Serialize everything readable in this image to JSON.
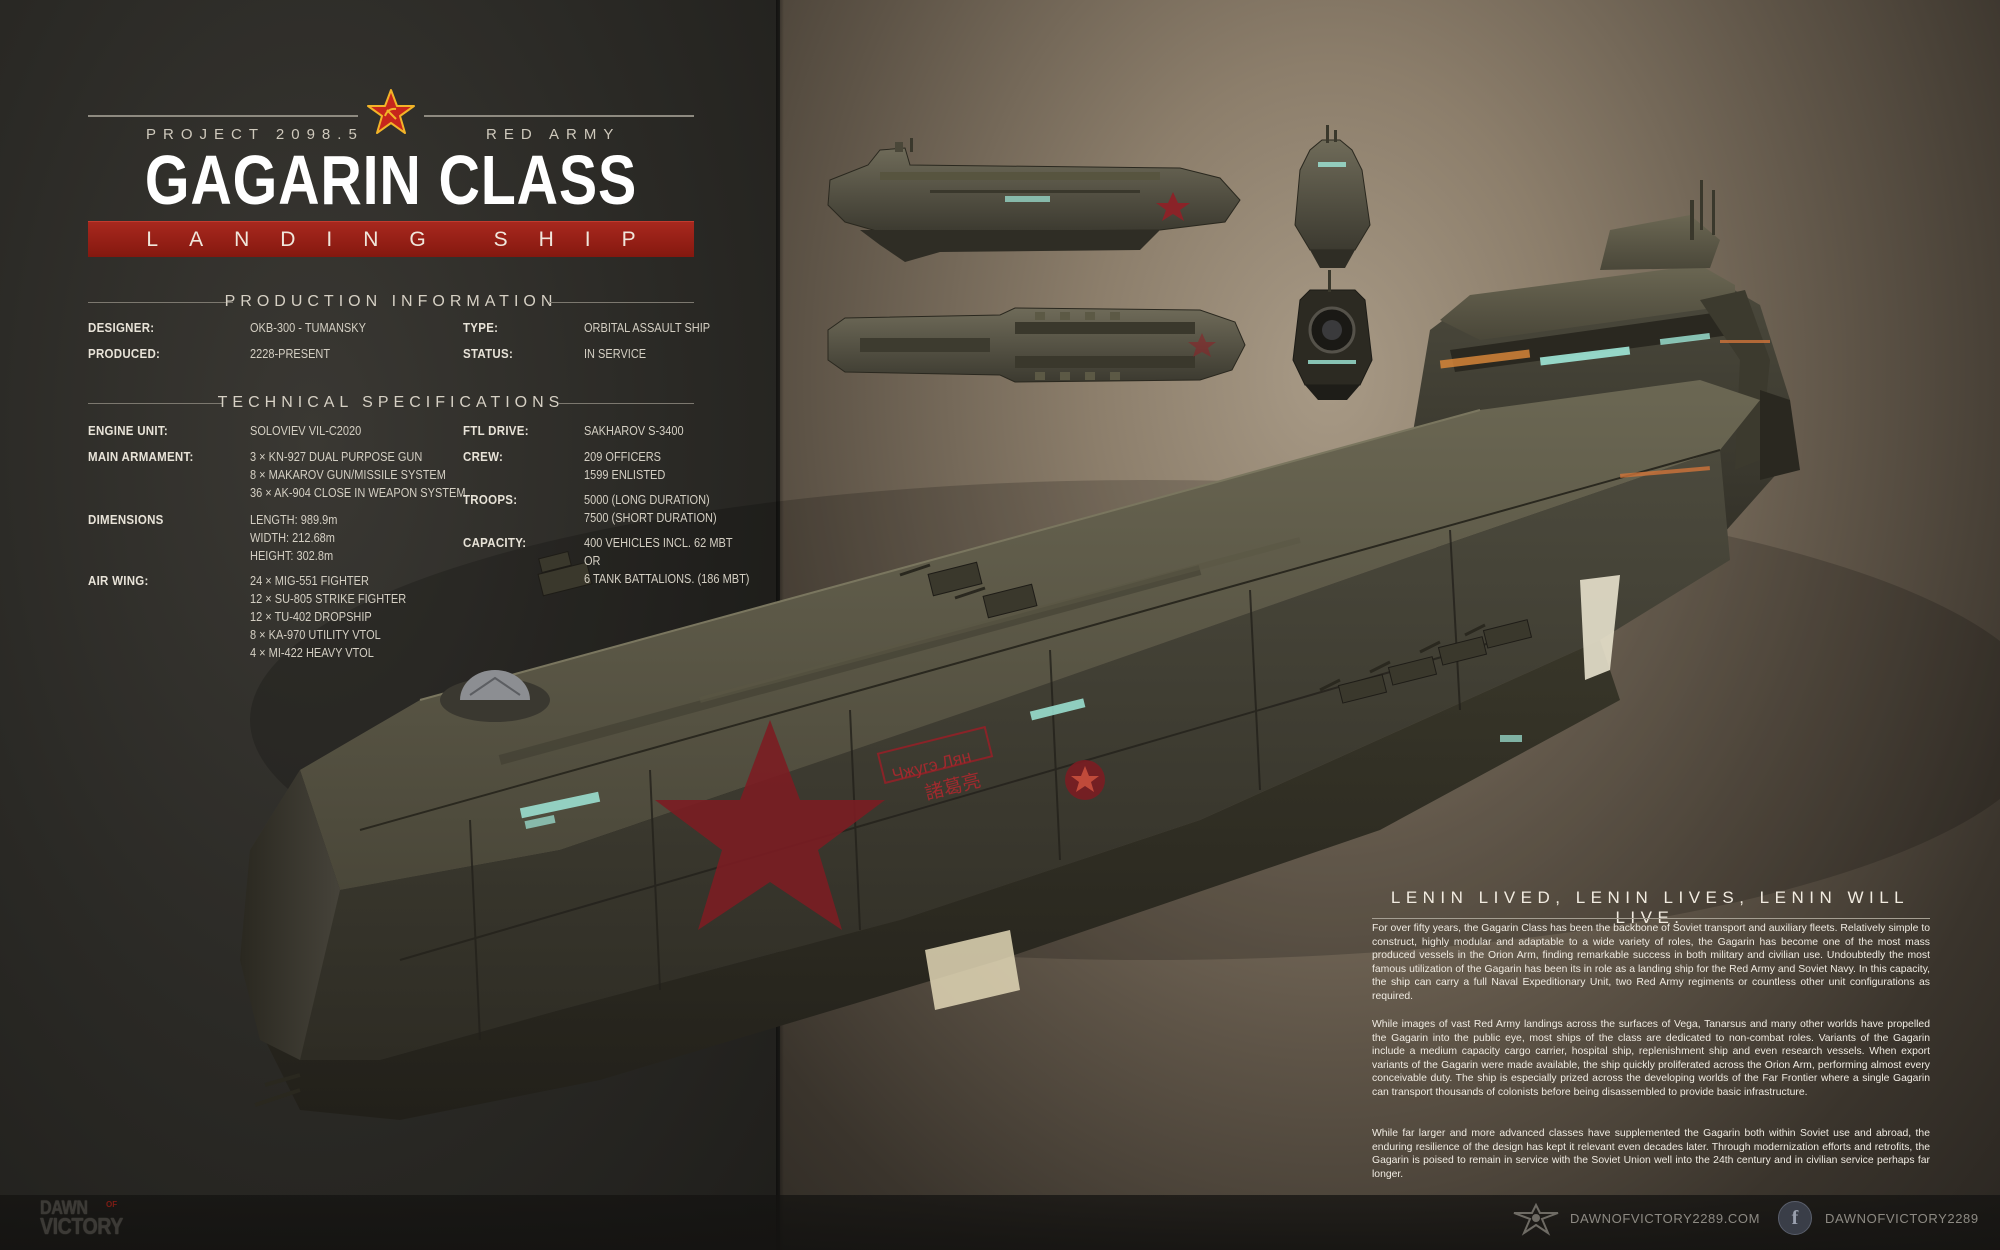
{
  "header": {
    "project": "PROJECT 2098.5",
    "army": "RED ARMY",
    "title": "GAGARIN CLASS",
    "subtitle": "LANDING SHIP"
  },
  "production": {
    "heading": "PRODUCTION INFORMATION",
    "designer_label": "DESIGNER:",
    "designer_value": "OKB-300 - TUMANSKY",
    "produced_label": "PRODUCED:",
    "produced_value": "2228-PRESENT",
    "type_label": "TYPE:",
    "type_value": "ORBITAL ASSAULT SHIP",
    "status_label": "STATUS:",
    "status_value": "IN SERVICE"
  },
  "technical": {
    "heading": "TECHNICAL SPECIFICATIONS",
    "engine_label": "ENGINE UNIT:",
    "engine_value": "SOLOVIEV VIL-C2020",
    "armament_label": "MAIN ARMAMENT:",
    "armament_values": [
      "3 × KN-927 DUAL PURPOSE GUN",
      "8 × MAKAROV GUN/MISSILE SYSTEM",
      "36 × AK-904 CLOSE IN WEAPON SYSTEM"
    ],
    "dimensions_label": "DIMENSIONS",
    "dimensions_values": [
      "LENGTH: 989.9m",
      "WIDTH: 212.68m",
      "HEIGHT: 302.8m"
    ],
    "airwing_label": "AIR WING:",
    "airwing_values": [
      "24 × MIG-551 FIGHTER",
      "12 × SU-805 STRIKE FIGHTER",
      "12 × TU-402 DROPSHIP",
      "8 × KA-970 UTILITY VTOL",
      "4 × MI-422 HEAVY VTOL"
    ],
    "ftl_label": "FTL DRIVE:",
    "ftl_value": "SAKHAROV S-3400",
    "crew_label": "CREW:",
    "crew_values": [
      "209 OFFICERS",
      "1599 ENLISTED"
    ],
    "troops_label": "TROOPS:",
    "troops_values": [
      "5000 (LONG DURATION)",
      "7500 (SHORT DURATION)"
    ],
    "capacity_label": "CAPACITY:",
    "capacity_values": [
      "400 VEHICLES INCL. 62 MBT",
      "OR",
      "6 TANK BATTALIONS. (186 MBT)"
    ]
  },
  "hull_markings": {
    "name_cyrillic": "Чжугэ Лян",
    "name_chinese": "諸葛亮"
  },
  "description": {
    "motto": "LENIN LIVED, LENIN LIVES, LENIN WILL LIVE.",
    "paragraph_1": "For over fifty years, the Gagarin Class has been the backbone of Soviet transport and auxiliary fleets. Relatively simple to construct, highly modular and adaptable to a wide variety of roles, the Gagarin has become one of the most mass produced vessels in the Orion Arm, finding remarkable success in both military and civilian use. Undoubtedly the most famous utilization of the Gagarin has been its in role as a landing ship for the Red Army and Soviet Navy. In this capacity, the ship can carry a full Naval Expeditionary Unit, two Red Army regiments or countless other unit configurations as required.",
    "paragraph_2": "While images of vast Red Army landings across the surfaces of Vega, Tanarsus and many other worlds have propelled the Gagarin into the public eye, most ships of the class are dedicated to non-combat roles. Variants of the Gagarin include a medium capacity cargo carrier, hospital ship, replenishment ship and even research vessels. When export variants of the Gagarin were made available, the ship quickly proliferated across the Orion Arm, performing almost every conceivable duty. The ship is especially prized across the developing worlds of the Far Frontier where a single Gagarin can transport thousands of colonists before being disassembled to provide basic infrastructure.",
    "paragraph_3": "While far larger and more advanced classes have supplemented the Gagarin both within Soviet use and abroad, the enduring resilience of the design has kept it relevant even decades later. Through modernization efforts and retrofits, the Gagarin is poised to remain in service with the Soviet Union well into the 24th century and in civilian service perhaps far longer."
  },
  "footer": {
    "logo_dawn": "DAWN",
    "logo_of": "OF",
    "logo_victory": "VICTORY",
    "site_url": "DAWNOFVICTORY2289.COM",
    "facebook_glyph": "f",
    "facebook_handle": "DAWNOFVICTORY2289"
  },
  "colors": {
    "accent_red": "#a8281e",
    "star_red": "#7b1d22",
    "hull_olive": "#4e4a3c",
    "glow_cyan": "#9fe8d8"
  },
  "icons": {
    "emblem": "soviet-star-hammer-sickle-icon",
    "footer_emblem": "winged-star-emblem-icon",
    "facebook": "facebook-icon"
  }
}
